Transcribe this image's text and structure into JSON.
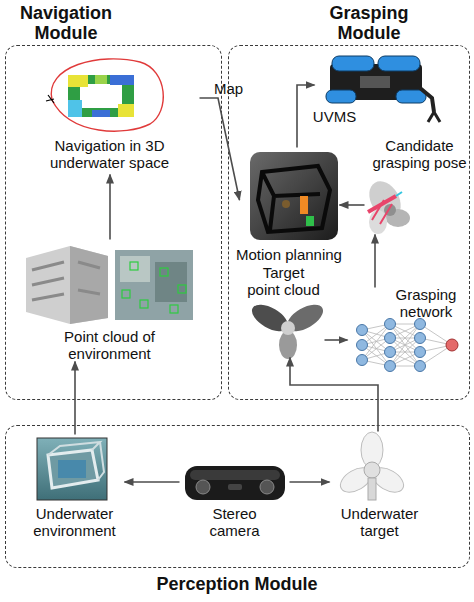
{
  "diagram": {
    "nodes": [
      {
        "text": [
          "Navigation Module"
        ]
      },
      {
        "text": [
          "Grasping Module"
        ]
      },
      {
        "text": [
          "Navigation in 3D underwater space"
        ],
        "in": 0
      },
      {
        "text": [
          "Point cloud of environment"
        ],
        "in": 0
      },
      {
        "text": [
          "UVMS"
        ],
        "in": 1
      },
      {
        "text": [
          "Candidate grasping pose"
        ],
        "in": 1
      },
      {
        "text": [
          "Motion planning"
        ],
        "in": 1
      },
      {
        "text": [
          "Target point cloud"
        ],
        "in": 1
      },
      {
        "text": [
          "Grasping network"
        ],
        "in": 1
      },
      {
        "text": [
          "Perception Module"
        ]
      },
      {
        "text": [
          "Underwater environment"
        ],
        "in": 9
      },
      {
        "text": [
          "Stereo camera"
        ],
        "in": 9
      },
      {
        "text": [
          "Underwater target"
        ],
        "in": 9
      }
    ],
    "edges": [
      {
        "from": 11,
        "to": 10,
        "arrow": "to"
      },
      {
        "from": 11,
        "to": 12,
        "arrow": "to"
      },
      {
        "from": 10,
        "to": 3,
        "arrow": "to"
      },
      {
        "from": 3,
        "to": 2,
        "arrow": "to"
      },
      {
        "from": 2,
        "to": 6,
        "label": "Map",
        "arrow": "to"
      },
      {
        "from": 12,
        "to": 7,
        "arrow": "to"
      },
      {
        "from": 7,
        "to": 8,
        "arrow": "to"
      },
      {
        "from": 8,
        "to": 5,
        "arrow": "to"
      },
      {
        "from": 5,
        "to": 6,
        "arrow": "to"
      },
      {
        "from": 6,
        "to": 4,
        "arrow": "to"
      }
    ]
  }
}
